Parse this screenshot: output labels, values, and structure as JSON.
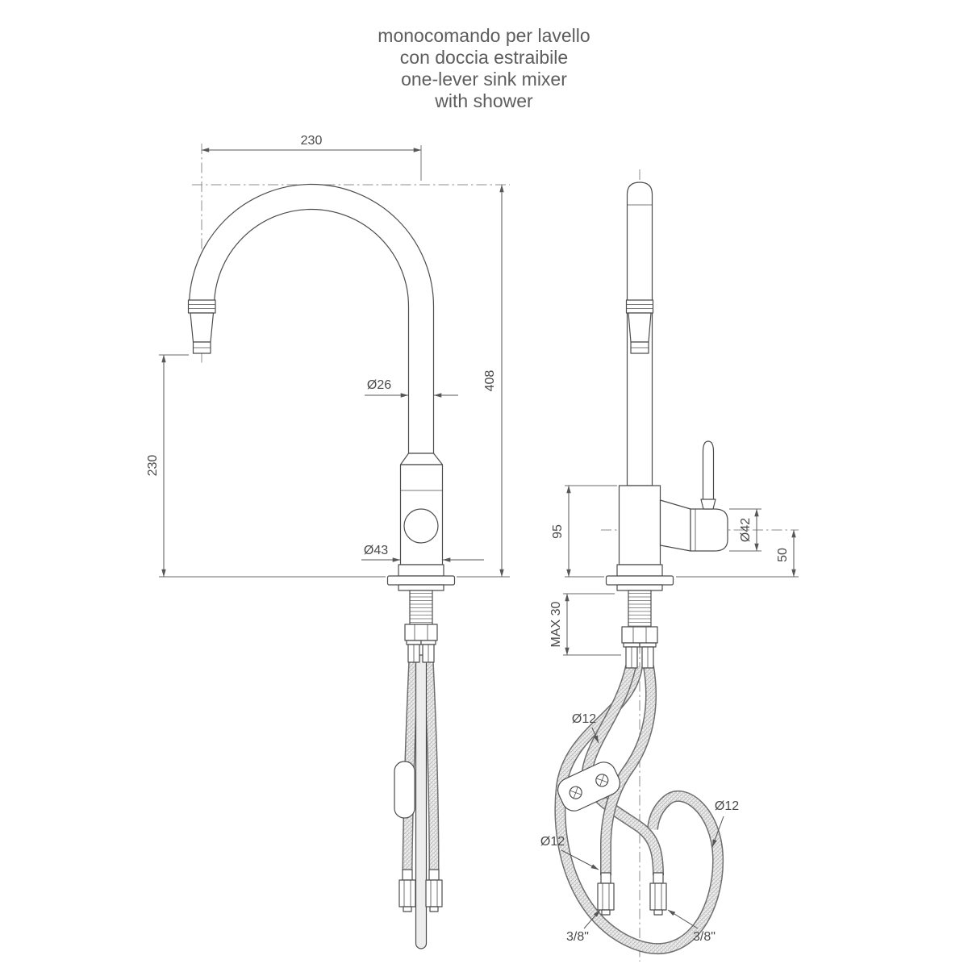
{
  "title": {
    "lines": [
      "monocomando per lavello",
      "con doccia estraibile",
      "one-lever sink mixer",
      "with shower"
    ]
  },
  "side_view": {
    "dims": {
      "spout_reach": "230",
      "total_height": "408",
      "spout_height": "230",
      "spout_diameter": "Ø26",
      "body_diameter": "Ø43"
    }
  },
  "front_view": {
    "dims": {
      "body_height": "95",
      "handle_diameter": "Ø42",
      "handle_center_to_base": "50",
      "max_mounting_thickness": "MAX 30",
      "hose_diameter_top": "Ø12",
      "hose_diameter_left": "Ø12",
      "hose_diameter_right": "Ø12",
      "connection_left": "3/8\"",
      "connection_right": "3/8\""
    }
  },
  "colors": {
    "line": "#4c4c4c",
    "dimension": "#565656",
    "centerline": "#8c8c8c",
    "text": "#4a4a4a",
    "title_text": "#5d5d5d",
    "hose_fill": "#efefef"
  }
}
